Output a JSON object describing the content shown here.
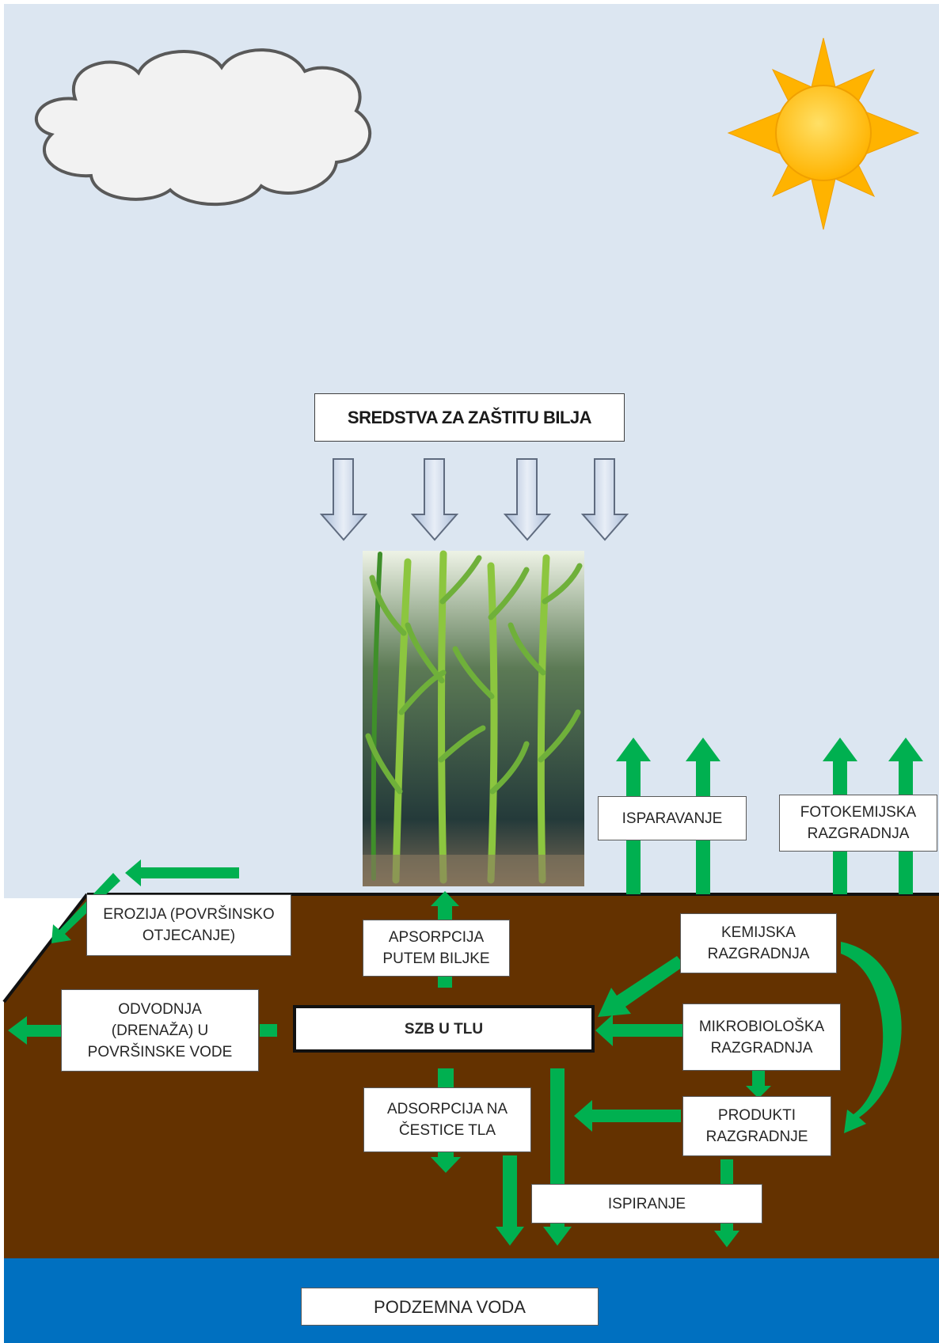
{
  "title": "SREDSTVA ZA ZAŠTITU BILJA",
  "colors": {
    "sky": "#dce6f1",
    "soil": "#643200",
    "groundwater": "#0070c0",
    "arrow_green": "#00b050",
    "spray_arrow_fill": "#c6d4e8",
    "sun": "#ffc000",
    "cloud": "#f2f2f2"
  },
  "icons": [
    "cloud-icon",
    "sun-icon",
    "corn-plants-icon"
  ],
  "labels": {
    "isparavanje": "ISPARAVANJE",
    "fotokemijska": "FOTOKEMIJSKA\nRAZGRADNJA",
    "erozija": "EROZIJA (POVRŠINSKO\nOTJECANJE)",
    "apsorpcija": "APSORPCIJA\nPUTEM BILJKE",
    "kemijska": "KEMIJSKA\nRAZGRADNJA",
    "odvodnja": "ODVODNJA\n(DRENAŽA) U\nPOVRŠINSKE VODE",
    "szb": "SZB U TLU",
    "mikrobioloska": "MIKROBIOLOŠKA\nRAZGRADNJA",
    "adsorpcija": "ADSORPCIJA NA\nČESTICE TLA",
    "produkti": "PRODUKTI\nRAZGRADNJE",
    "ispiranje": "ISPIRANJE",
    "podzemna": "PODZEMNA VODA"
  }
}
